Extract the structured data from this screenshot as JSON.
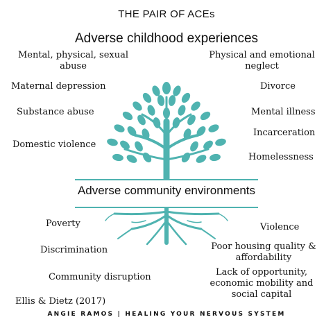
{
  "title": "THE PAIR OF ACEs",
  "heading_top": "Adverse childhood experiences",
  "heading_bottom": "Adverse community environments",
  "childhood_left": [
    "Mental, physical, sexual abuse",
    "Maternal depression",
    "Substance abuse",
    "Domestic violence"
  ],
  "childhood_right": [
    "Physical and emotional neglect",
    "Divorce",
    "Mental illness",
    "Incarceration",
    "Homelessness"
  ],
  "community_left": [
    "Poverty",
    "Discrimination",
    "Community disruption"
  ],
  "community_right": [
    "Violence",
    "Poor housing quality & affordability",
    "Lack of opportunity, economic mobility and social capital"
  ],
  "citation": "Ellis & Dietz (2017)",
  "footer": "ANGIE RAMOS | HEALING YOUR NERVOUS SYSTEM",
  "colors": {
    "tree": "#4fb3b0",
    "text": "#111111"
  },
  "icons": {
    "tree": "tree-icon",
    "roots": "roots-icon"
  }
}
